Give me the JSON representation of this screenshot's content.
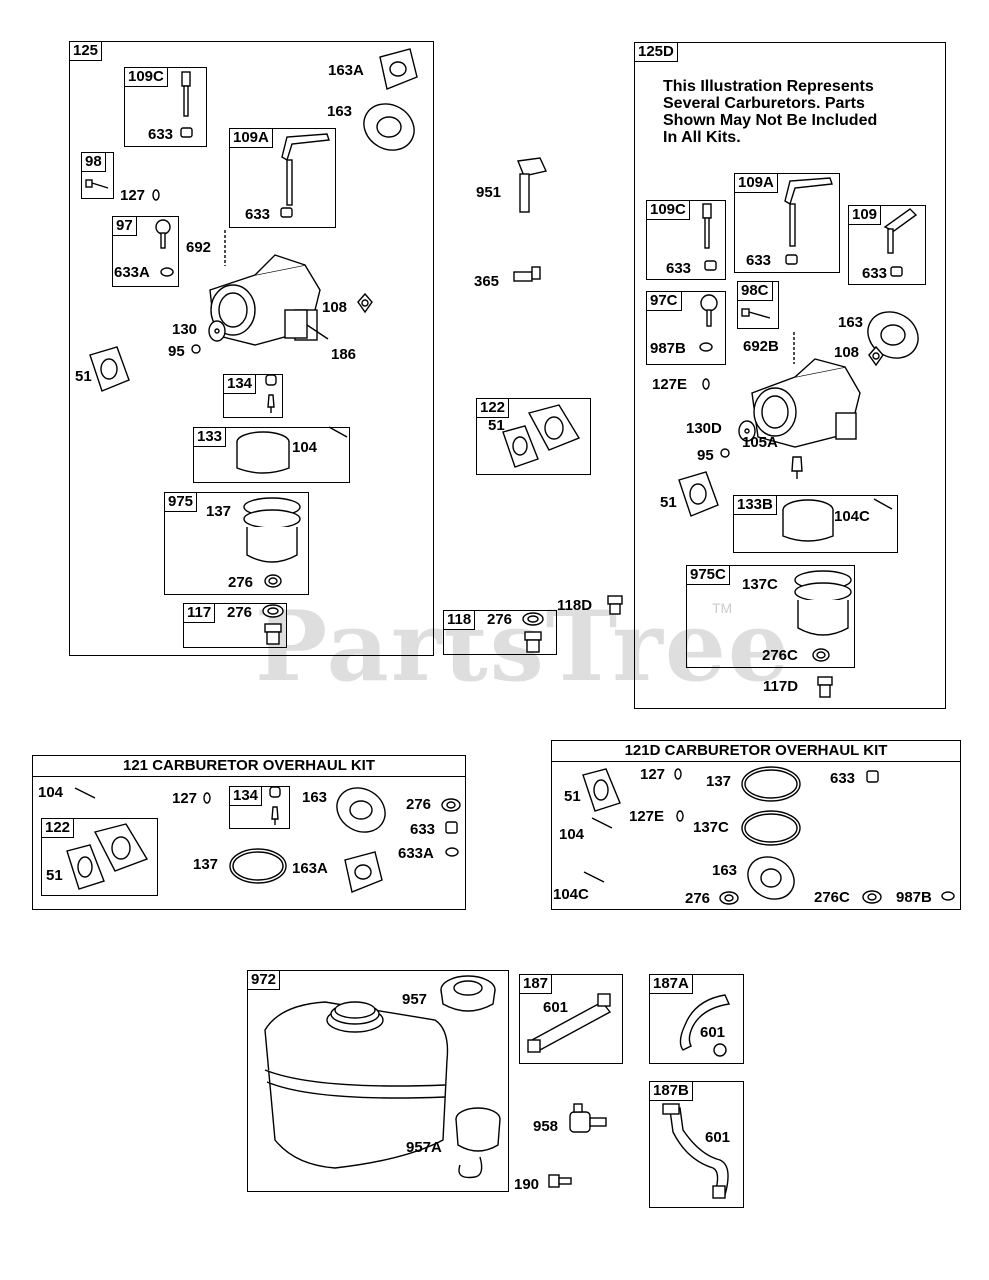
{
  "watermark": "PartsTree",
  "trademark": "TM",
  "sections": {
    "s125": {
      "tag": "125",
      "sub109C": "109C",
      "sub109A": "109A",
      "sub98": "98",
      "sub97": "97",
      "sub134": "134",
      "sub133": "133",
      "sub975": "975",
      "sub117": "117"
    },
    "s125D": {
      "tag": "125D",
      "note": [
        "This Illustration Represents",
        "Several Carburetors. Parts",
        "Shown May Not Be Included",
        "In All Kits."
      ],
      "sub109C": "109C",
      "sub109A": "109A",
      "sub109": "109",
      "sub97C": "97C",
      "sub98C": "98C",
      "sub133B": "133B",
      "sub975C": "975C"
    },
    "s122": "122",
    "s118": "118",
    "kit121": {
      "title": "121 CARBURETOR OVERHAUL KIT",
      "sub134": "134",
      "sub122": "122"
    },
    "kit121D": {
      "title": "121D CARBURETOR OVERHAUL KIT"
    },
    "s972": "972",
    "s187": "187",
    "s187A": "187A",
    "s187B": "187B"
  },
  "labels": {
    "p163A": "163A",
    "p163": "163",
    "p633a": "633",
    "p633b": "633",
    "p127": "127",
    "p692": "692",
    "p633A": "633A",
    "p108": "108",
    "p130": "130",
    "p95": "95",
    "p186": "186",
    "p51": "51",
    "p104": "104",
    "p137": "137",
    "p276a": "276",
    "p276b": "276",
    "p951": "951",
    "p365": "365",
    "p51b": "51",
    "p276c": "276",
    "p118D": "118D",
    "d633a": "633",
    "d633b": "633",
    "d633c": "633",
    "d987B": "987B",
    "d692B": "692B",
    "d163": "163",
    "d108": "108",
    "d127E": "127E",
    "d130D": "130D",
    "d95": "95",
    "d105A": "105A",
    "d51": "51",
    "d104C": "104C",
    "d137C": "137C",
    "d276C": "276C",
    "d117D": "117D",
    "k104": "104",
    "k127": "127",
    "k163": "163",
    "k276": "276",
    "k633": "633",
    "k633A": "633A",
    "k51": "51",
    "k137": "137",
    "k163A": "163A",
    "e51": "51",
    "e127": "127",
    "e137": "137",
    "e633": "633",
    "e127E": "127E",
    "e104": "104",
    "e137C": "137C",
    "e163": "163",
    "e104C": "104C",
    "e276": "276",
    "e276C": "276C",
    "e987B": "987B",
    "f957": "957",
    "f957A": "957A",
    "f958": "958",
    "f190": "190",
    "f601a": "601",
    "f601b": "601",
    "f601c": "601"
  }
}
